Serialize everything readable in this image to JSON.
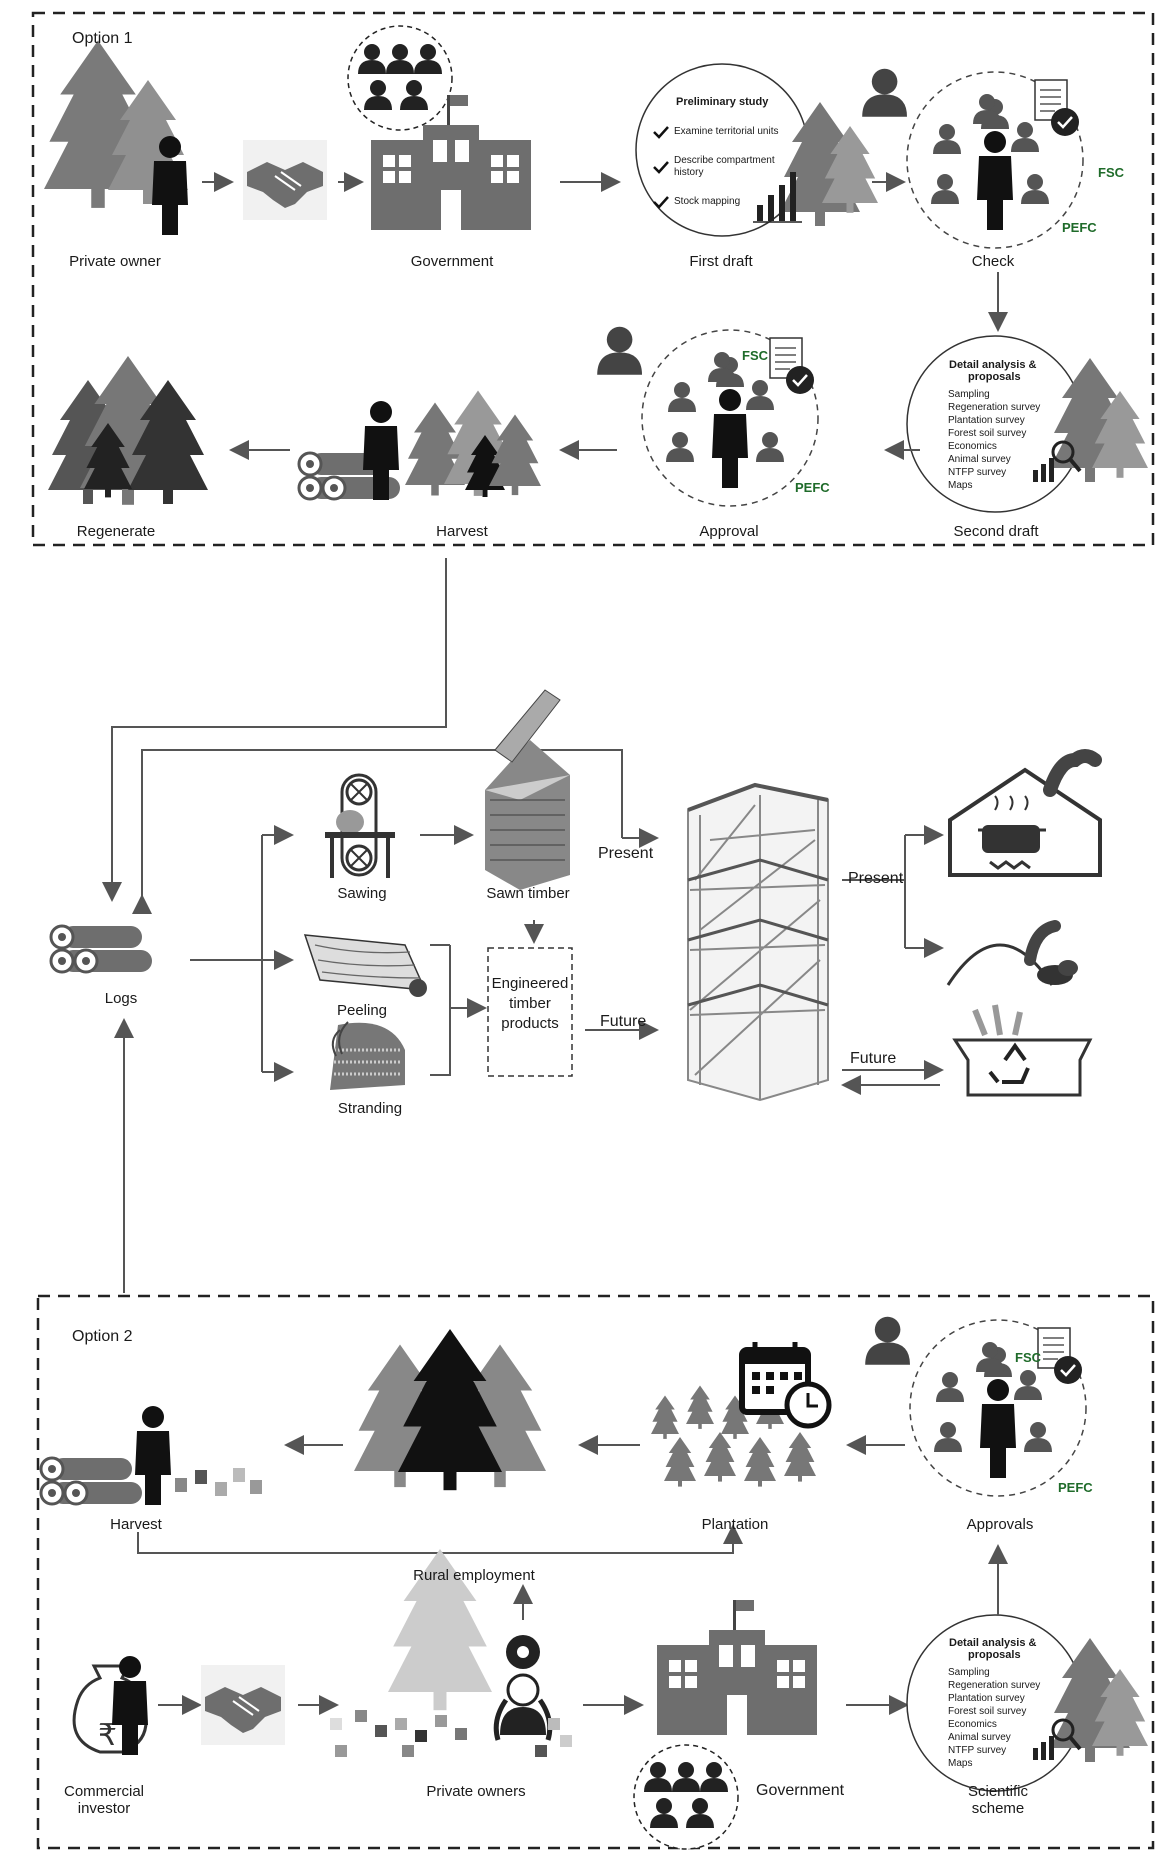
{
  "option1": {
    "title": "Option 1",
    "private_owner": "Private owner",
    "government": "Government",
    "first_draft": "First draft",
    "check": "Check",
    "regenerate": "Regenerate",
    "harvest": "Harvest",
    "approval": "Approval",
    "second_draft": "Second draft",
    "preliminary": {
      "title": "Preliminary study",
      "items": [
        "Examine territorial units",
        "Describe compartment",
        "history",
        "Stock mapping"
      ]
    },
    "detail": {
      "title1": "Detail analysis &",
      "title2": "proposals",
      "items": [
        "Sampling",
        "Regeneration survey",
        "Plantation survey",
        "Forest soil survey",
        "Economics",
        "Animal survey",
        "NTFP survey",
        "Maps"
      ]
    }
  },
  "middle": {
    "logs": "Logs",
    "sawing": "Sawing",
    "sawn_timber": "Sawn timber",
    "peeling": "Peeling",
    "stranding": "Stranding",
    "engineered1": "Engineered",
    "engineered2": "timber",
    "engineered3": "products",
    "present_a": "Present",
    "present_b": "Present",
    "future_a": "Future",
    "future_b": "Future"
  },
  "option2": {
    "title": "Option 2",
    "harvest": "Harvest",
    "plantation": "Plantation",
    "approvals": "Approvals",
    "rural_employment": "Rural employment",
    "commercial1": "Commercial",
    "commercial2": "investor",
    "private_owners": "Private owners",
    "government": "Government",
    "scientific1": "Scientific",
    "scientific2": "scheme",
    "detail": {
      "title1": "Detail analysis &",
      "title2": "proposals",
      "items": [
        "Sampling",
        "Regeneration survey",
        "Plantation survey",
        "Forest soil survey",
        "Economics",
        "Animal survey",
        "NTFP survey",
        "Maps"
      ]
    }
  },
  "certs": {
    "fsc": "FSC",
    "pefc": "PEFC"
  },
  "icons": [
    "tree-icon",
    "person-icon",
    "handshake-icon",
    "building-icon",
    "people-circle-icon",
    "calendar-clock-icon",
    "logs-icon",
    "sawmill-icon",
    "lumber-icon",
    "peeler-icon",
    "strander-icon",
    "timber-tower-icon",
    "cooking-house-icon",
    "compost-icon",
    "recycle-bin-icon",
    "rupee-bag-icon",
    "fsc-logo-icon",
    "pefc-logo-icon"
  ],
  "colors": {
    "dark": "#1a1a1a",
    "mid": "#6e6e6e",
    "light": "#a8a8a8",
    "fsc_green": "#1f6b2a"
  }
}
